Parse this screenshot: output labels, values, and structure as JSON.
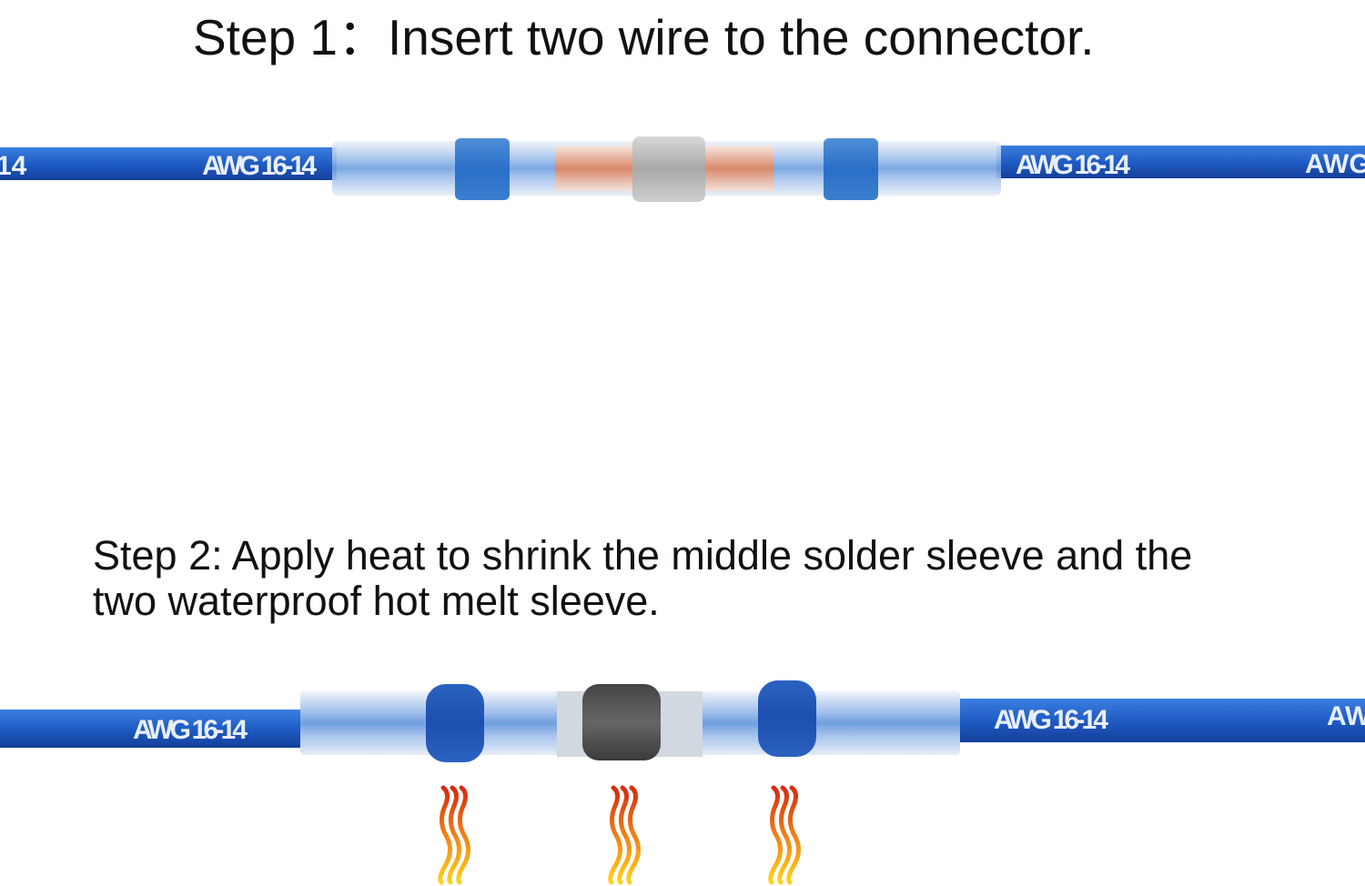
{
  "step1": {
    "text": "Step 1：Insert two wire to the connector."
  },
  "step2": {
    "line1": "Step 2: Apply heat to shrink the middle solder sleeve and the",
    "line2": "two waterproof hot melt sleeve."
  },
  "top_wire_labels": [
    "14",
    "AWG 16-14",
    "AWG 16-14",
    "AWG"
  ],
  "bottom_wire_labels": [
    "AWG 16-14",
    "AWG 16-14",
    "AW"
  ],
  "colors": {
    "wire": "#1f5fc8",
    "sleeve": "#d9e6f5",
    "ring": "#2f7bd0",
    "solder": "#b8b8b8",
    "heat_top": "#d52a10",
    "heat_bottom": "#ffd21a"
  }
}
